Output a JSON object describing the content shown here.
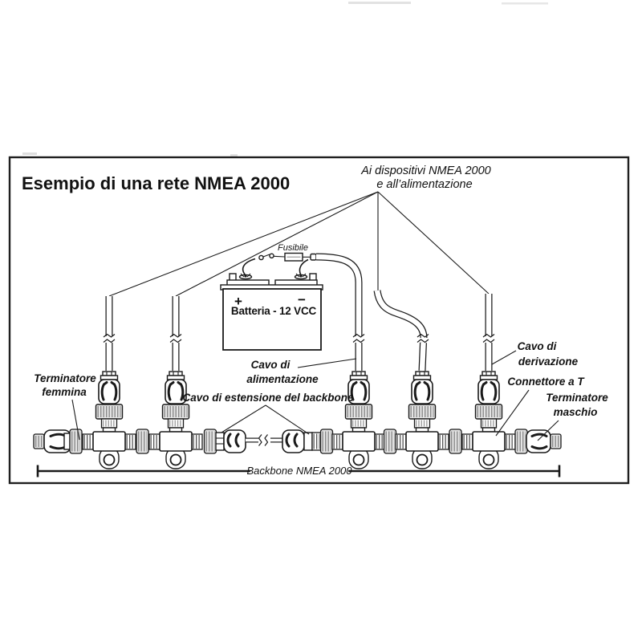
{
  "diagram": {
    "title": "Esempio di una rete NMEA 2000",
    "top_label": {
      "line1": "Ai dispositivi NMEA 2000",
      "line2": "e all’alimentazione"
    },
    "fuse_label": "Fusibile",
    "battery": {
      "plus": "+",
      "minus": "−",
      "label": "Batteria - 12 VCC"
    },
    "labels": {
      "terminator_female": {
        "line1": "Terminatore",
        "line2": "femmina"
      },
      "power_cable": {
        "line1": "Cavo di",
        "line2": "alimentazione"
      },
      "extension_cable": "Cavo di estensione del backbone",
      "drop_cable": {
        "line1": "Cavo di",
        "line2": "derivazione"
      },
      "t_connector": "Connettore a T",
      "terminator_male": {
        "line1": "Terminatore",
        "line2": "maschio"
      },
      "backbone": "Backbone NMEA 2000"
    },
    "colors": {
      "line": "#1a1a1a",
      "ring_fill": "#e4e4e4",
      "rib": "#8a8a8a"
    }
  }
}
